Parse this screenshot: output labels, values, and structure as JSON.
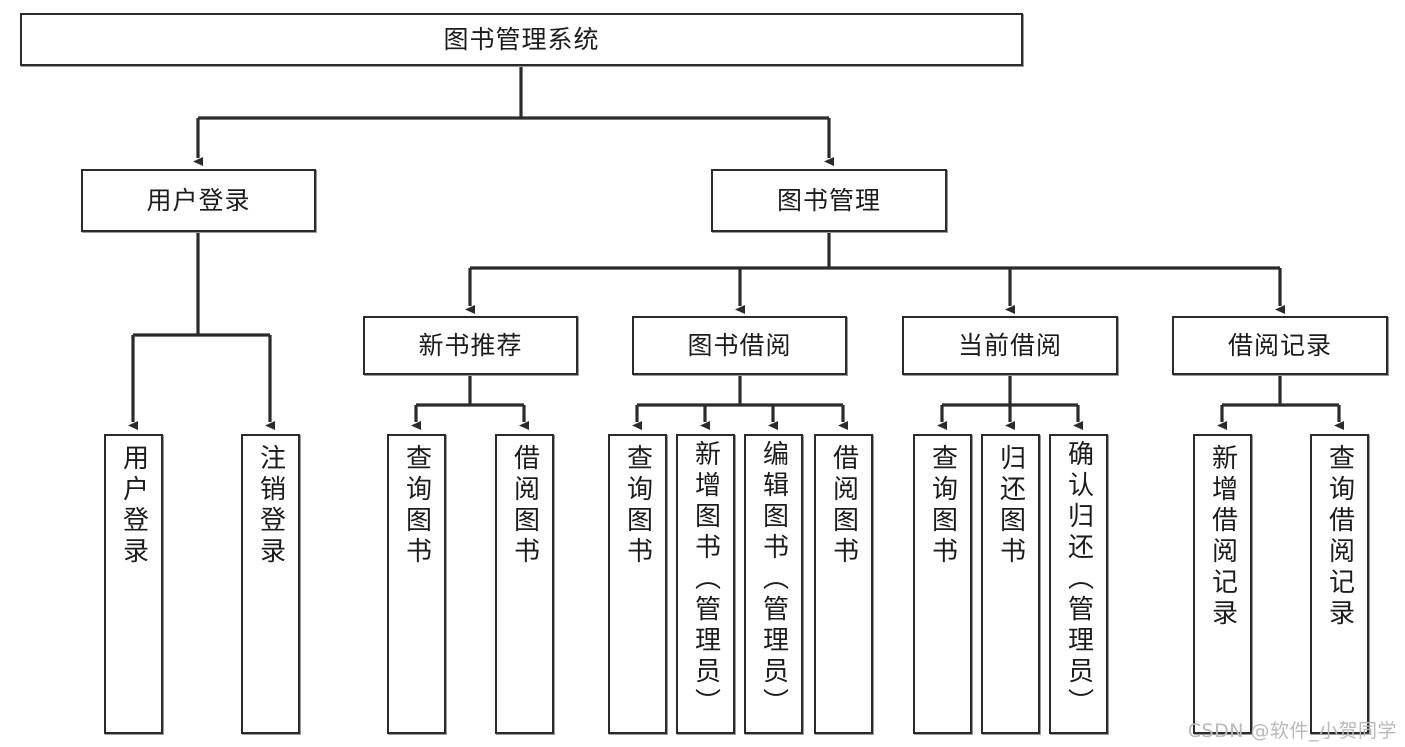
{
  "diagram": {
    "type": "tree",
    "title": "图书管理系统",
    "orientation": "top-down",
    "colors": {
      "node_border": "#2b2b2b",
      "node_fill": "#ffffff",
      "edge": "#2b2b2b",
      "text": "#1c1c1c",
      "watermark": "#b9b9b9",
      "background": "#ffffff"
    },
    "watermark": "CSDN @软件_小贺同学",
    "levels": {
      "root": {
        "label": "图书管理系统"
      },
      "level2": [
        {
          "label": "用户登录"
        },
        {
          "label": "图书管理"
        }
      ],
      "level3": [
        {
          "label": "新书推荐"
        },
        {
          "label": "图书借阅"
        },
        {
          "label": "当前借阅"
        },
        {
          "label": "借阅记录"
        }
      ],
      "leaves": {
        "user_login": [
          {
            "label": "用户登录"
          },
          {
            "label": "注销登录"
          }
        ],
        "new_book": [
          {
            "label": "查询图书"
          },
          {
            "label": "借阅图书"
          }
        ],
        "book_borrow": [
          {
            "label": "查询图书"
          },
          {
            "label": "新增图书（管理员）"
          },
          {
            "label": "编辑图书（管理员）"
          },
          {
            "label": "借阅图书"
          }
        ],
        "current_borrow": [
          {
            "label": "查询图书"
          },
          {
            "label": "归还图书"
          },
          {
            "label": "确认归还（管理员）"
          }
        ],
        "borrow_record": [
          {
            "label": "新增借阅记录"
          },
          {
            "label": "查询借阅记录"
          }
        ]
      }
    }
  }
}
